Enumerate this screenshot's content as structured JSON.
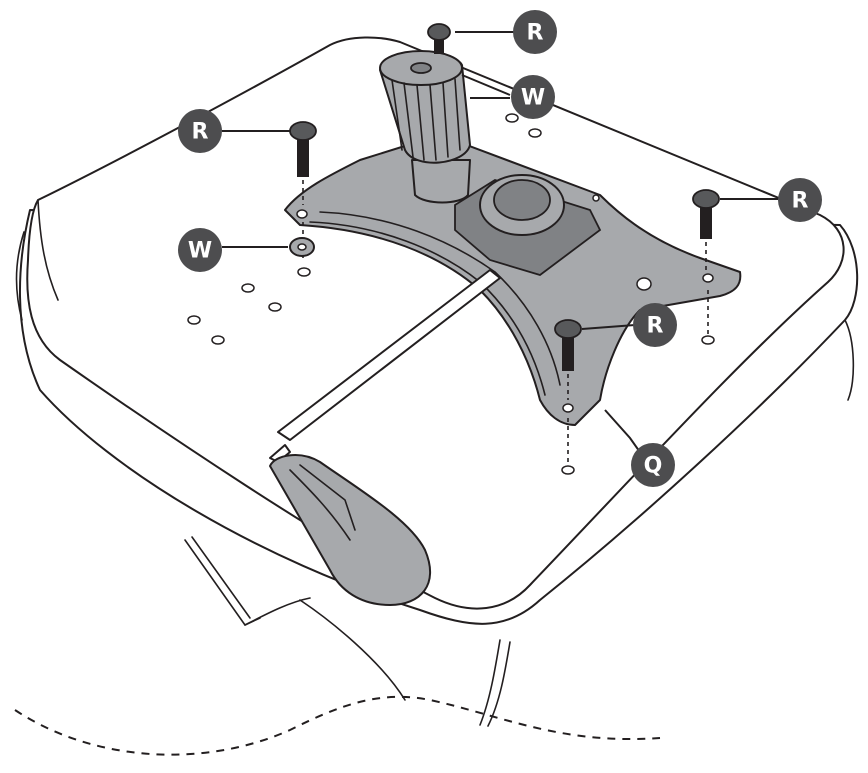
{
  "colors": {
    "line": "#231f20",
    "plate": "#a7a9ac",
    "plate_dark": "#808285",
    "badge": "#4d4d4f",
    "badge_text": "#ffffff"
  },
  "callouts": {
    "r_top": "R",
    "w_knob": "W",
    "r_left": "R",
    "w_left": "W",
    "r_right": "R",
    "r_center": "R",
    "q_plate": "Q"
  }
}
